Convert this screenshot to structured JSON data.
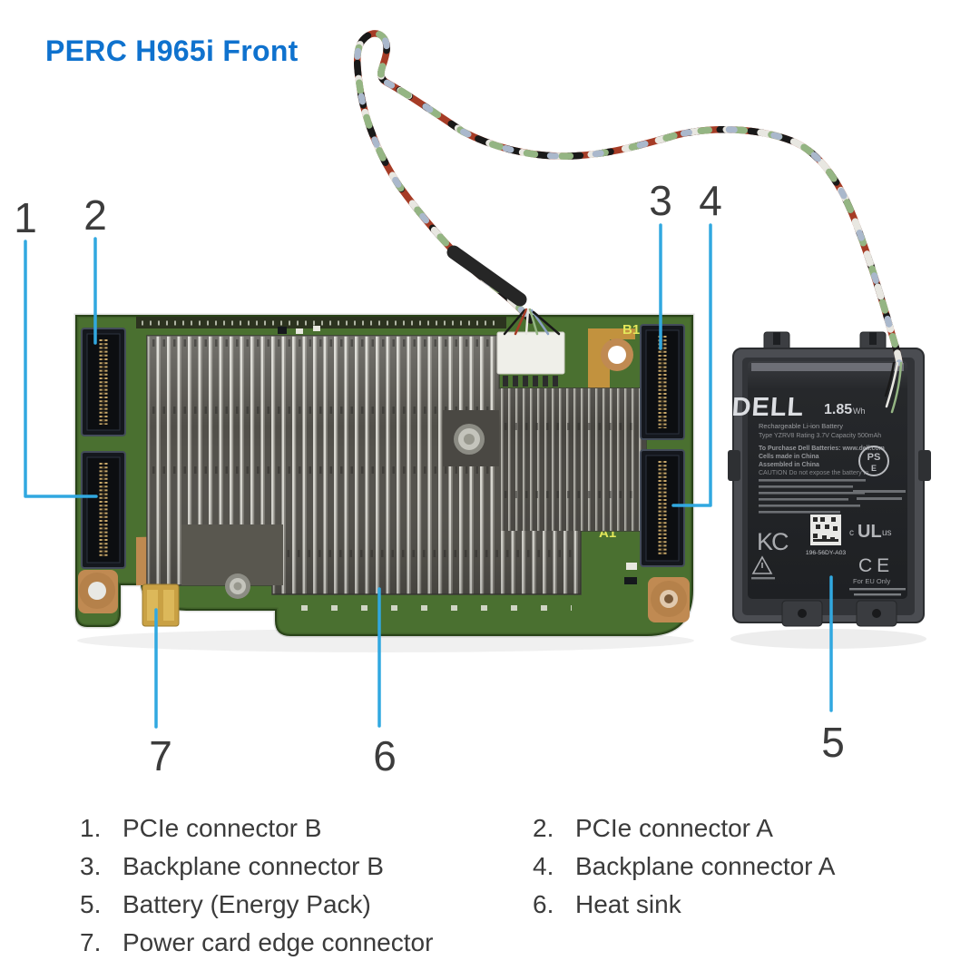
{
  "title": "PERC H965i Front",
  "callouts": [
    "1",
    "2",
    "3",
    "4",
    "5",
    "6",
    "7"
  ],
  "legend": {
    "items": [
      {
        "num": "1.",
        "label": "PCIe connector B"
      },
      {
        "num": "2.",
        "label": "PCIe connector A"
      },
      {
        "num": "3.",
        "label": "Backplane connector B"
      },
      {
        "num": "4.",
        "label": "Backplane connector A"
      },
      {
        "num": "5.",
        "label": "Battery (Energy Pack)"
      },
      {
        "num": "6.",
        "label": "Heat sink"
      },
      {
        "num": "7.",
        "label": "Power card edge connector"
      }
    ]
  },
  "board": {
    "labels": {
      "b1": "B1",
      "a1": "A1"
    }
  },
  "battery_label": {
    "brand": "DELL",
    "capacity": "1.85",
    "capacity_unit": "Wh",
    "line1": "Rechargeable Li-ion Battery",
    "line2": "Type YZRV8   Rating 3.7V   Capacity 500mAh",
    "line3": "To Purchase Dell Batteries: www.dell.com",
    "line4": "Cells made in China",
    "line5": "Assembled in China",
    "line6": "CAUTION  Do not expose the battery to",
    "part_number": "196-56DY-A03",
    "marks": {
      "pse_top": "PS",
      "pse_bottom": "E",
      "ce": "CE",
      "kc": "KC",
      "ul": "UL",
      "ul_left": "c",
      "ul_right": "us"
    },
    "eu_note": "For EU Only"
  },
  "colors": {
    "accent": "#0f72ce",
    "leader_line": "#31a8e0",
    "pcb_green": "#4a7030",
    "heatsink_dark": "#514f49",
    "copper": "#c08a52",
    "battery_dark": "#26282b"
  }
}
